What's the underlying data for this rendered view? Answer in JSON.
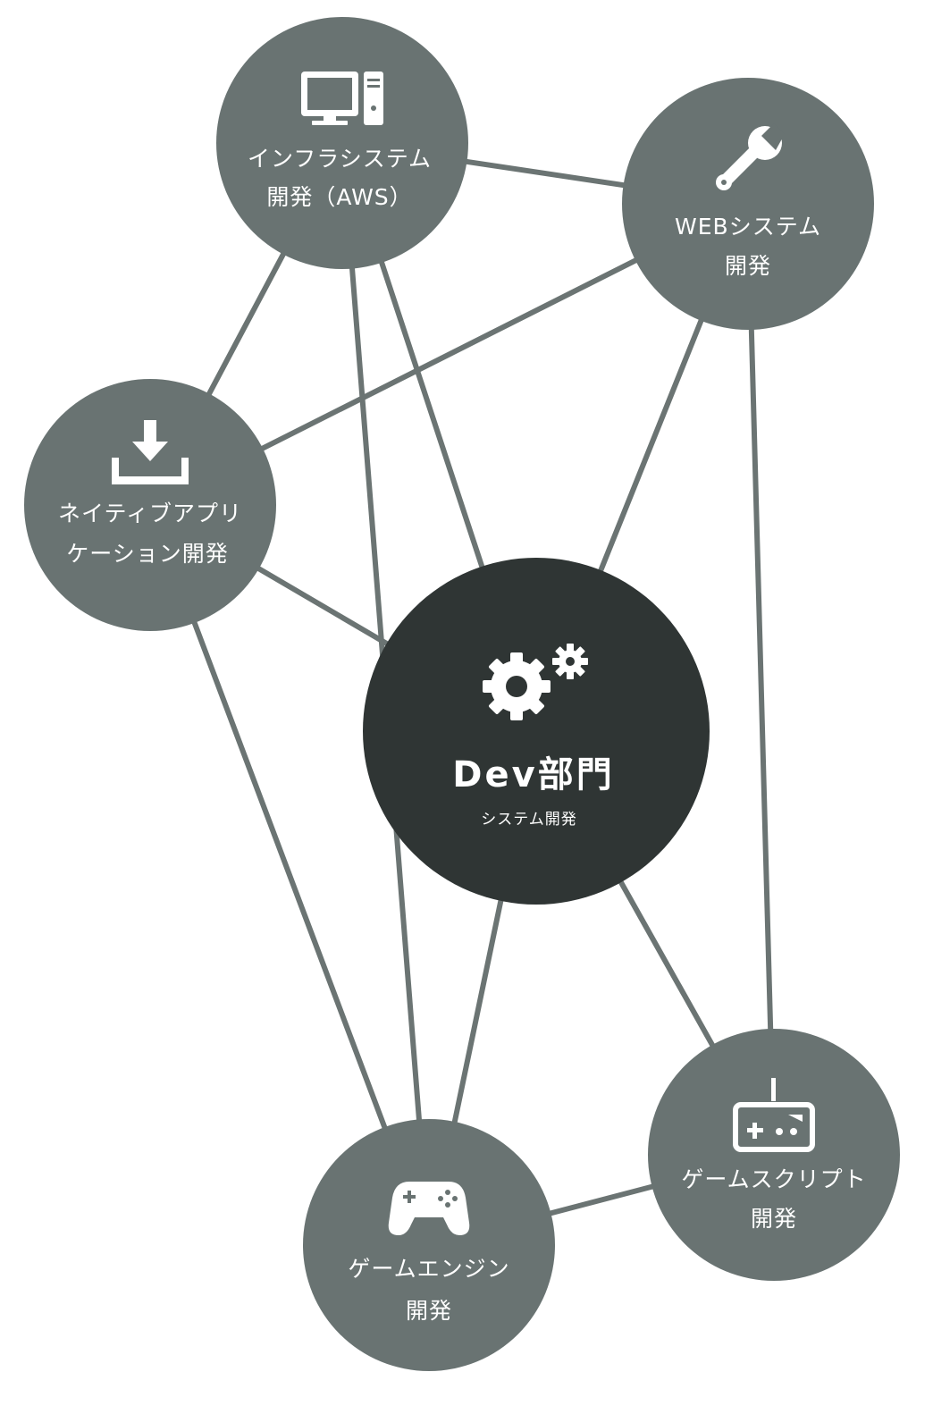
{
  "diagram": {
    "hub": {
      "title": "Dev部門",
      "subtitle": "システム開発",
      "icon": "gears-icon"
    },
    "nodes": {
      "infra": {
        "line1": "インフラシステム",
        "line2": "開発（AWS）",
        "icon": "desktop-computer-icon"
      },
      "web": {
        "line1": "WEBシステム",
        "line2": "開発",
        "icon": "wrench-icon"
      },
      "native": {
        "line1": "ネイティブアプリ",
        "line2": "ケーション開発",
        "icon": "download-icon"
      },
      "engine": {
        "line1": "ゲームエンジン",
        "line2": "開発",
        "icon": "gamepad-icon"
      },
      "script": {
        "line1": "ゲームスクリプト",
        "line2": "開発",
        "icon": "game-controller-box-icon"
      }
    },
    "colors": {
      "node": "#697372",
      "hub": "#2f3534",
      "edge": "#6b7473",
      "text": "#ffffff"
    }
  }
}
